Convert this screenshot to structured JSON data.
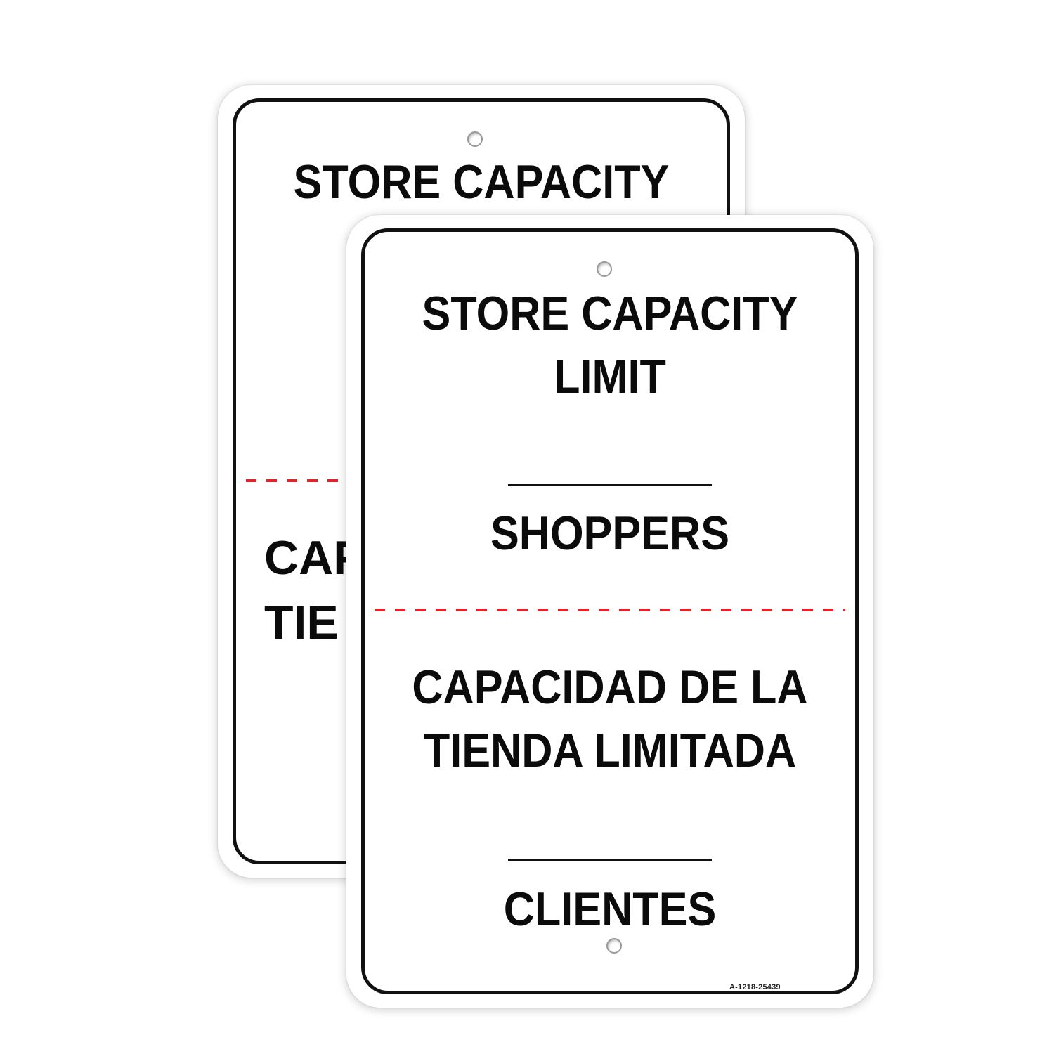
{
  "back_sign": {
    "heading": "STORE CAPACITY",
    "spanish_partial_line1": "CAP",
    "spanish_partial_line2": "TIE"
  },
  "front_sign": {
    "heading_line1": "STORE CAPACITY",
    "heading_line2": "LIMIT",
    "english_unit": "SHOPPERS",
    "spanish_heading_line1": "CAPACIDAD DE LA",
    "spanish_heading_line2": "TIENDA LIMITADA",
    "spanish_unit": "CLIENTES",
    "product_code": "A-1218-25439"
  },
  "colors": {
    "text": "#0b0b0b",
    "border": "#111111",
    "divider": "#e1232b",
    "background": "#ffffff"
  }
}
